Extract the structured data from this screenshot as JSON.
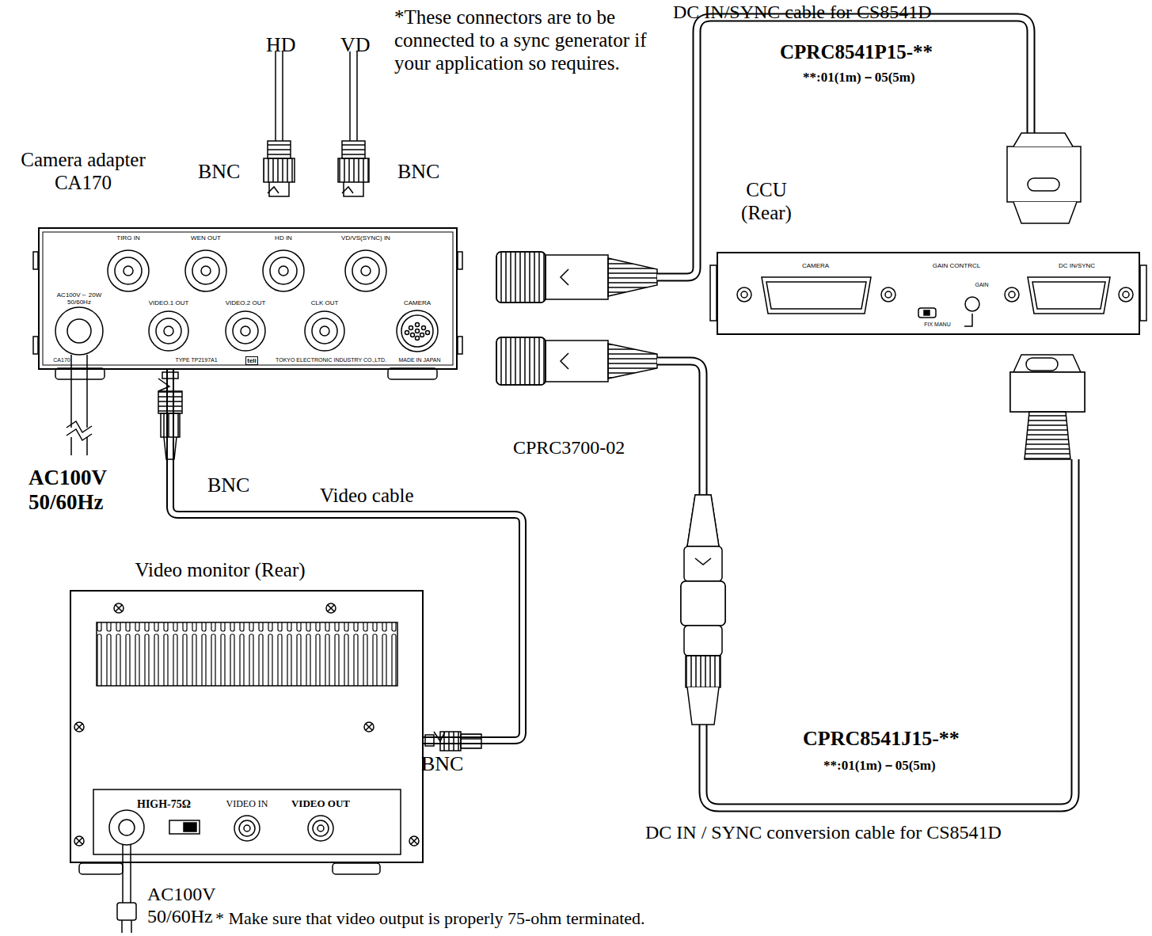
{
  "diagram": {
    "nodes": [
      {
        "text": [
          "Camera adapter CA170",
          "TIRG IN",
          "WEN OUT",
          "HD IN",
          "VD/VS(SYNC) IN",
          "AC100V～ 20W 50/60Hz",
          "VIDEO.1 OUT",
          "VIDEO.2 OUT",
          "CLK OUT",
          "CAMERA",
          "CA170",
          "TYPE TP2197A1",
          "teli",
          "TOKYO ELECTRONIC INDUSTRY CO.,LTD.",
          "MADE IN JAPAN"
        ]
      },
      {
        "text": [
          "CCU (Rear)",
          "CAMERA",
          "GAIN CONTRCL",
          "GAIN",
          "FIX MANU",
          "DC IN/SYNC"
        ]
      },
      {
        "text": [
          "Video monitor (Rear)",
          "HIGH-75Ω",
          "VIDEO IN",
          "VIDEO OUT"
        ]
      }
    ],
    "edges": [
      {
        "from": 0,
        "to": 2,
        "label": "Video cable",
        "arrow": "none"
      }
    ],
    "labels": [
      "HD",
      "VD",
      "*These connectors are to be connected to a sync generator if your application so requires.",
      "BNC",
      "BNC",
      "DC IN/SYNC cable for CS8541D",
      "CPRC8541P15-**",
      "**:01(1m)－05(5m)",
      "AC100V 50/60Hz",
      "BNC",
      "CPRC3700-02",
      "BNC",
      "CPRC8541J15-**",
      "**:01(1m)－05(5m)",
      "DC IN / SYNC conversion cable for CS8541D",
      "AC100V 50/60Hz",
      "* Make sure that video output is properly 75-ohm terminated."
    ]
  }
}
